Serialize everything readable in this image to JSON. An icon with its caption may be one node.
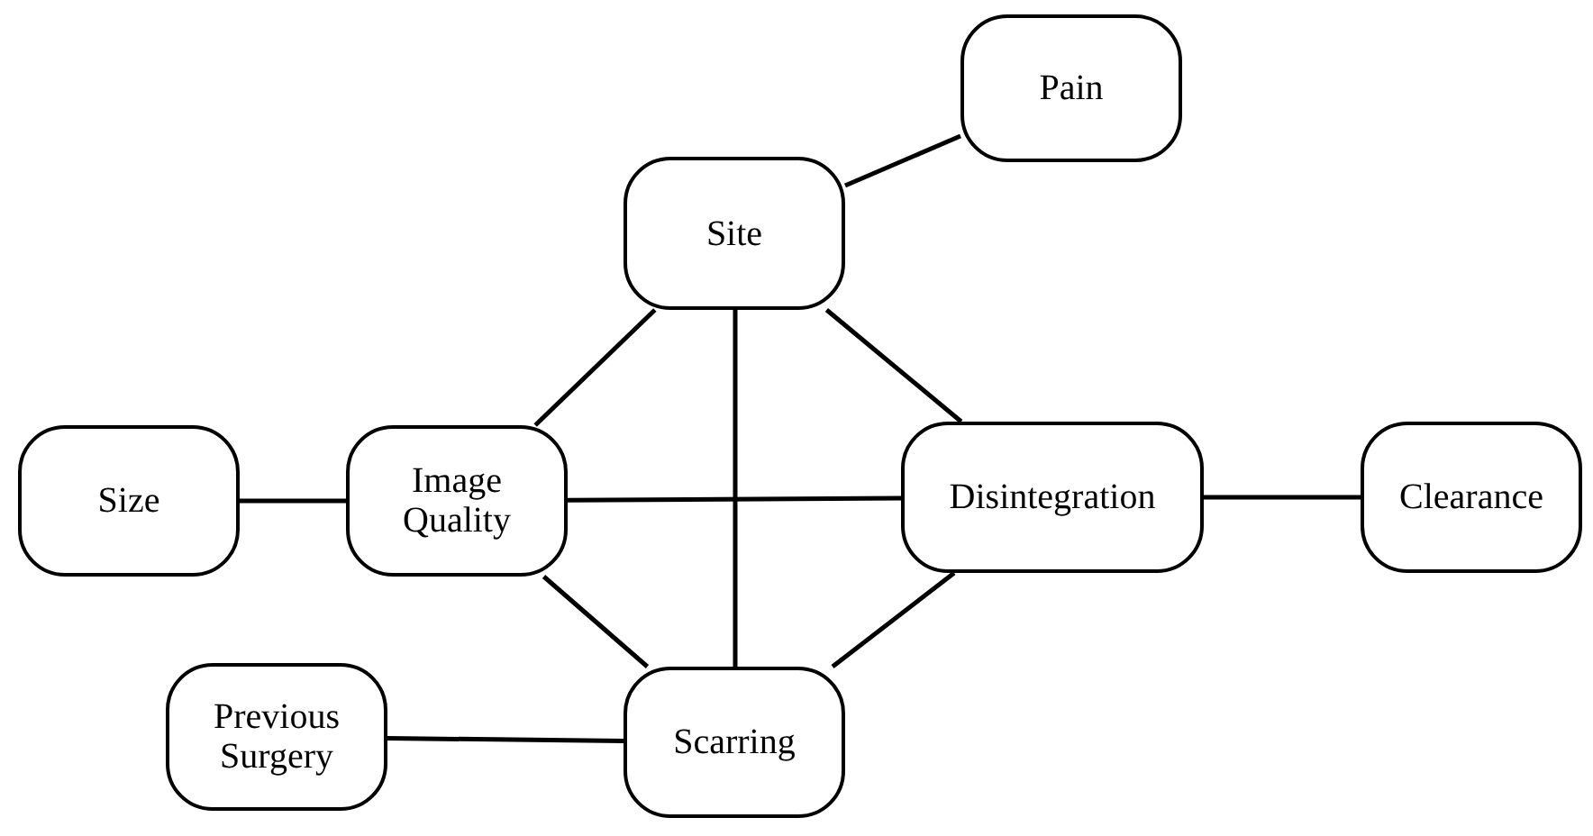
{
  "diagram": {
    "nodes": [
      {
        "text": [
          "Pain"
        ]
      },
      {
        "text": [
          "Site"
        ]
      },
      {
        "text": [
          "Size"
        ]
      },
      {
        "text": [
          "Image Quality"
        ]
      },
      {
        "text": [
          "Disintegration"
        ]
      },
      {
        "text": [
          "Clearance"
        ]
      },
      {
        "text": [
          "Previous Surgery"
        ]
      },
      {
        "text": [
          "Scarring"
        ]
      }
    ],
    "edges": [
      {
        "from": 0,
        "to": 1,
        "arrow": "none"
      },
      {
        "from": 1,
        "to": 3,
        "arrow": "none"
      },
      {
        "from": 1,
        "to": 7,
        "arrow": "none"
      },
      {
        "from": 1,
        "to": 4,
        "arrow": "none"
      },
      {
        "from": 2,
        "to": 3,
        "arrow": "none"
      },
      {
        "from": 3,
        "to": 4,
        "arrow": "none"
      },
      {
        "from": 4,
        "to": 5,
        "arrow": "none"
      },
      {
        "from": 3,
        "to": 7,
        "arrow": "none"
      },
      {
        "from": 4,
        "to": 7,
        "arrow": "none"
      },
      {
        "from": 6,
        "to": 7,
        "arrow": "none"
      }
    ]
  }
}
